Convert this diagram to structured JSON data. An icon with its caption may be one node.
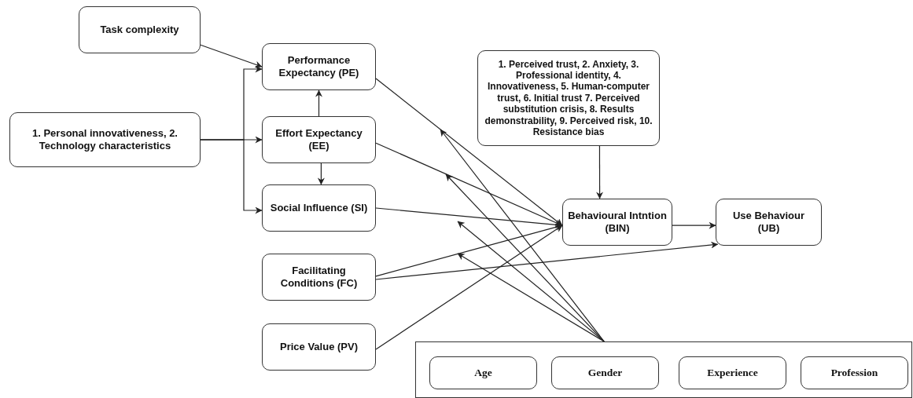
{
  "diagram": {
    "nodes": [
      {
        "text": [
          "Task complexity"
        ]
      },
      {
        "text": [
          "Performance Expectancy (PE)"
        ]
      },
      {
        "text": [
          "1. Personal innovativeness, 2. Technology characteristics"
        ]
      },
      {
        "text": [
          "Effort Expectancy (EE)"
        ]
      },
      {
        "text": [
          "Social Influence (SI)"
        ]
      },
      {
        "text": [
          "Facilitating Conditions (FC)"
        ]
      },
      {
        "text": [
          "Price Value (PV)"
        ]
      },
      {
        "text": [
          "1. Perceived trust, 2. Anxiety, 3. Professional identity, 4. Innovativeness, 5. Human-computer trust, 6. Initial trust 7. Perceived substitution crisis, 8. Results demonstrability, 9. Perceived risk, 10. Resistance bias"
        ]
      },
      {
        "text": [
          "Behavioural Intntion (BIN)"
        ]
      },
      {
        "text": [
          "Use Behaviour (UB)"
        ]
      },
      {
        "text": [],
        "shape": "box"
      },
      {
        "text": [
          "Age"
        ],
        "in": 10
      },
      {
        "text": [
          "Gender"
        ],
        "in": 10
      },
      {
        "text": [
          "Experience"
        ],
        "in": 10
      },
      {
        "text": [
          "Profession"
        ],
        "in": 10
      }
    ],
    "edges": [
      {
        "from": 0,
        "to": 1,
        "arrow": "to"
      },
      {
        "from": 2,
        "to": 3,
        "arrow": "to"
      },
      {
        "from": 2,
        "to": 1,
        "arrow": "to"
      },
      {
        "from": 2,
        "to": 4,
        "arrow": "to"
      },
      {
        "from": 3,
        "to": 1,
        "arrow": "to"
      },
      {
        "from": 3,
        "to": 4,
        "arrow": "to"
      },
      {
        "from": 1,
        "to": 8,
        "arrow": "to"
      },
      {
        "from": 3,
        "to": 8,
        "arrow": "to"
      },
      {
        "from": 4,
        "to": 8,
        "arrow": "to"
      },
      {
        "from": 5,
        "to": 8,
        "arrow": "to"
      },
      {
        "from": 6,
        "to": 8,
        "arrow": "to"
      },
      {
        "from": 7,
        "to": 8,
        "arrow": "to"
      },
      {
        "from": 8,
        "to": 9,
        "arrow": "to"
      },
      {
        "from": 5,
        "to": 9,
        "arrow": "to"
      },
      {
        "from": 10,
        "to": null,
        "arrow": "to"
      },
      {
        "from": 10,
        "to": null,
        "arrow": "to"
      },
      {
        "from": 10,
        "to": null,
        "arrow": "to"
      },
      {
        "from": 10,
        "to": null,
        "arrow": "to"
      }
    ]
  }
}
